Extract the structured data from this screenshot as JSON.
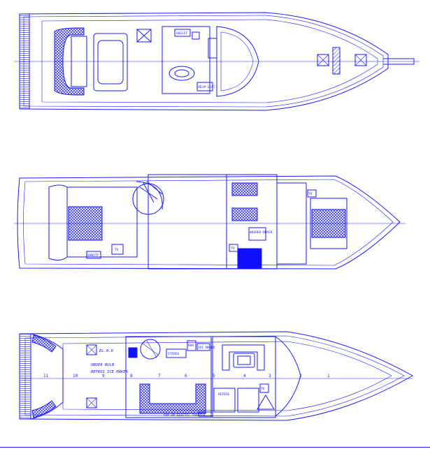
{
  "flybridge": {
    "labels": {
      "galley": "GALLEY",
      "helm_seat": "HELM SEAT"
    }
  },
  "lower_deck": {
    "labels": {
      "vanity": "VANITY",
      "tv": "TV",
      "washer_dryer": "WASHER DRYER",
      "tv2": "TV",
      "tv3": "TV"
    }
  },
  "main_deck": {
    "labels": {
      "stereo": "STEREO",
      "bar": "BAR",
      "ice_maker": "ICE MAKER",
      "under_bulb": "UNDER BULB",
      "refrig": "REFRIG ICE MAKER",
      "popup": "POP-UP ELECTIC TOASTER",
      "refrig2": "REFRIG",
      "tv": "TV"
    },
    "station_numbers": [
      "11",
      "10",
      "9",
      "8",
      "7",
      "6",
      "5",
      "4",
      "3",
      "2",
      "1"
    ],
    "depth_label": "EL.0.0"
  },
  "colors": {
    "line": "#1a1aff",
    "background": "#ffffff"
  }
}
